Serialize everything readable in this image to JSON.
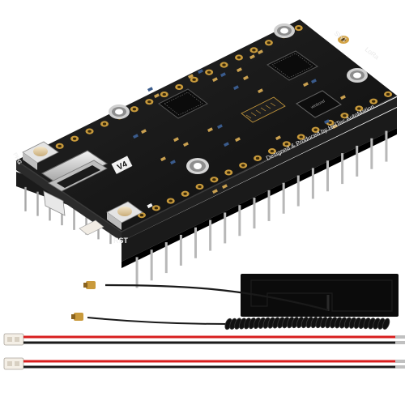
{
  "product": {
    "buttons": {
      "prg_label": "PRG",
      "rst_label": "RST"
    },
    "silkscreen": {
      "version": "V4",
      "credit": "Designed & Produced by HelTec AutoMation",
      "antenna_top": "SW1",
      "antenna_lora": "LoRa"
    }
  },
  "colors": {
    "board": "#141414",
    "board_edge": "#2a2a2a",
    "gold": "#c89a3c",
    "pin_header": "#1a1a1a",
    "pin_metal": "#b8b8b8",
    "wire_red": "#d81e1e",
    "wire_black": "#1a1a1a",
    "antenna_pcb": "#0c0c0c"
  },
  "accessories": {
    "items": [
      "fpc-antenna",
      "spring-antenna",
      "battery-cable-1",
      "battery-cable-2"
    ]
  }
}
